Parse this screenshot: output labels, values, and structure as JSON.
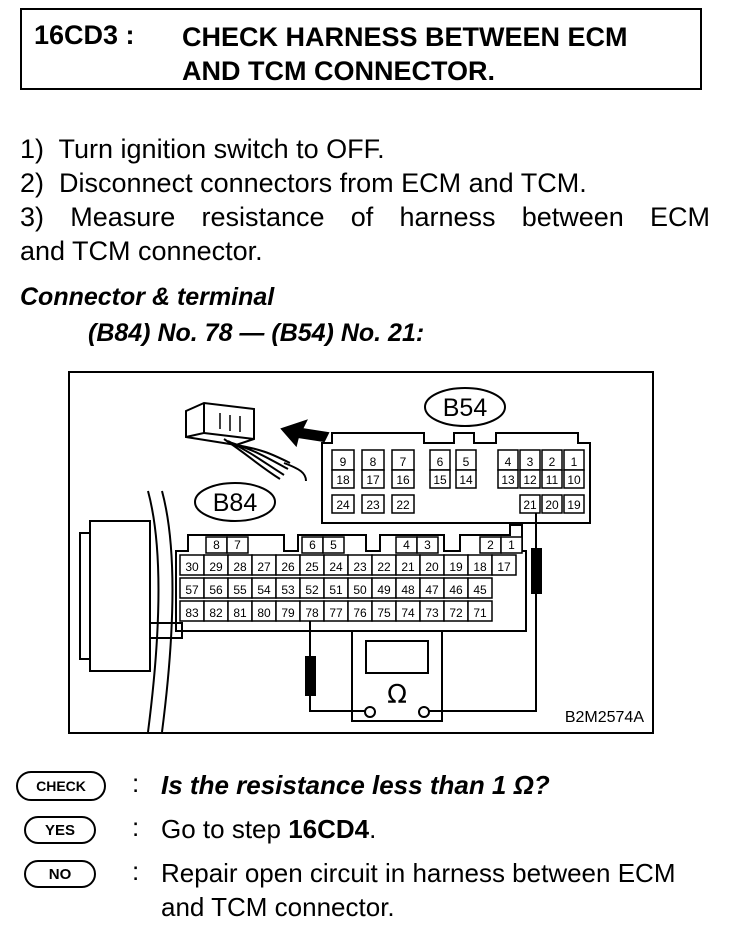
{
  "header": {
    "step_id": "16CD3 :",
    "title_line1": "CHECK HARNESS BETWEEN ECM",
    "title_line2": "AND TCM CONNECTOR."
  },
  "instructions": [
    "1)  Turn ignition switch to OFF.",
    "2)  Disconnect connectors from ECM and TCM.",
    "3)  Measure resistance of harness between ECM",
    "and TCM connector."
  ],
  "connector_heading": "Connector & terminal",
  "connector_spec": "(B84) No. 78 — (B54) No. 21:",
  "diagram": {
    "b54_label": "B54",
    "b84_label": "B84",
    "figure_code": "B2M2574A",
    "meter_symbol": "Ω",
    "b54_top_rows": [
      [
        "9",
        "8",
        "7",
        "6",
        "5",
        "4",
        "3",
        "2",
        "1"
      ]
    ],
    "b54_mid": [
      "18",
      "17",
      "16",
      "15",
      "14",
      "13",
      "12",
      "11",
      "10"
    ],
    "b54_bottom": [
      "24",
      "23",
      "22",
      "21",
      "20",
      "19"
    ],
    "b84_row1": [
      "8",
      "7",
      "6",
      "5",
      "4",
      "3",
      "2",
      "1"
    ],
    "b84_row2": [
      "30",
      "29",
      "28",
      "27",
      "26",
      "25",
      "24",
      "23",
      "22",
      "21",
      "20",
      "19",
      "18",
      "17"
    ],
    "b84_row3": [
      "57",
      "56",
      "55",
      "54",
      "53",
      "52",
      "51",
      "50",
      "49",
      "48",
      "47",
      "46",
      "45"
    ],
    "b84_row4": [
      "83",
      "82",
      "81",
      "80",
      "79",
      "78",
      "77",
      "76",
      "75",
      "74",
      "73",
      "72",
      "71"
    ]
  },
  "qa": {
    "check_badge": "CHECK",
    "check_text": "Is the resistance less than 1 Ω?",
    "yes_badge": "YES",
    "yes_text_prefix": "Go to step ",
    "yes_text_step": "16CD4",
    "yes_text_suffix": ".",
    "no_badge": "NO",
    "no_text": "Repair open circuit in harness between ECM and TCM connector.",
    "colon": ":"
  }
}
